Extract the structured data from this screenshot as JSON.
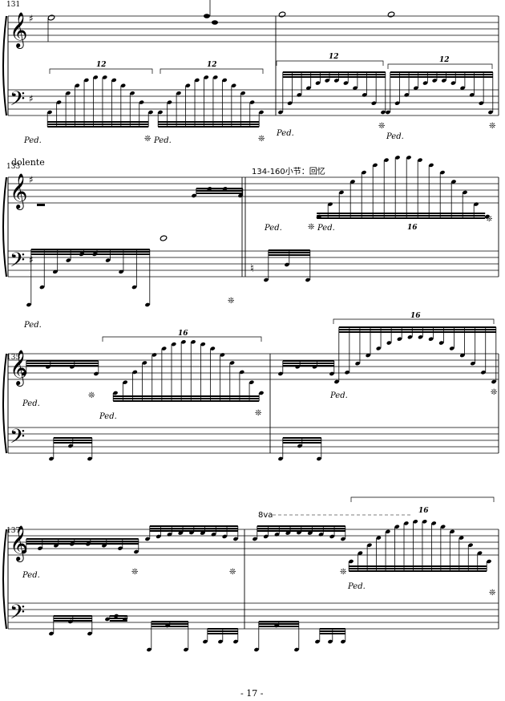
{
  "page": {
    "number": "- 17 -"
  },
  "systems": [
    {
      "measure_number": "131",
      "expression": "",
      "annotation": "",
      "tuplets": [
        "12",
        "12",
        "12",
        "12"
      ],
      "pedal": [
        "Ped.",
        "Ped.",
        "Ped.",
        "Ped."
      ],
      "clefs": {
        "upper": "treble",
        "lower": "bass"
      },
      "key_signature": "G major (1 sharp)"
    },
    {
      "measure_number": "133",
      "expression": "dolente",
      "annotation": "134-160小节：回忆",
      "tuplets": [
        "16"
      ],
      "pedal": [
        "Ped.",
        "Ped.",
        "Ped."
      ],
      "clefs": {
        "upper": "treble",
        "lower": "bass"
      },
      "key_signature": "G major → C major"
    },
    {
      "measure_number": "135",
      "expression": "",
      "annotation": "",
      "tuplets": [
        "16",
        "16"
      ],
      "pedal": [
        "Ped.",
        "Ped.",
        "Ped."
      ],
      "clefs": {
        "upper": "treble",
        "lower": "bass"
      },
      "key_signature": "C major"
    },
    {
      "measure_number": "137",
      "expression": "",
      "annotation": "8va",
      "tuplets": [
        "16"
      ],
      "pedal": [
        "Ped.",
        "Ped."
      ],
      "clefs": {
        "upper": "treble",
        "lower": "bass"
      },
      "key_signature": "C major"
    }
  ],
  "symbols": {
    "treble_clef": "𝄞",
    "bass_clef": "𝄢",
    "sharp": "♯",
    "natural": "♮",
    "pedal_release": "❊"
  }
}
